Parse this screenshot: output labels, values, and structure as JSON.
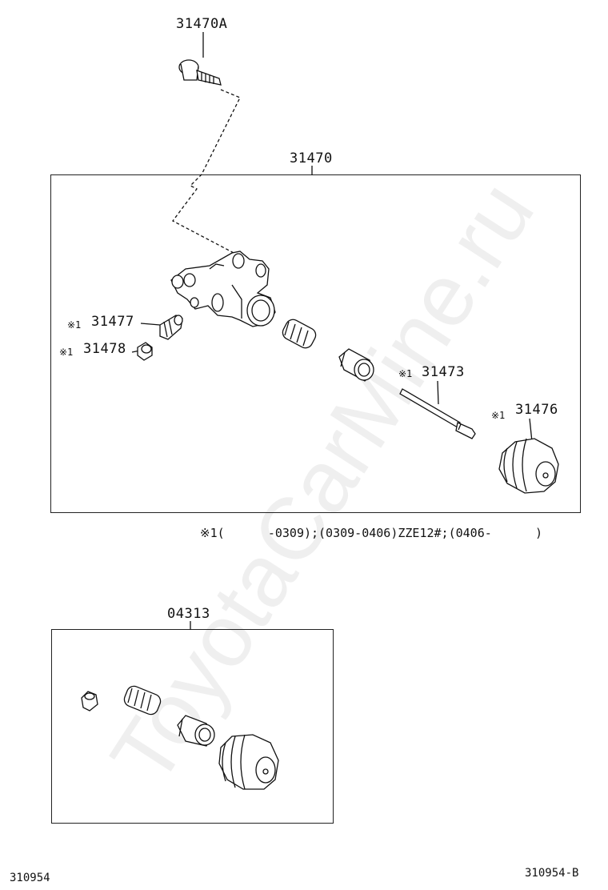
{
  "parts": {
    "bolt": "31470A",
    "cylinder_assy": "31470",
    "bleeder_plug": "31477",
    "bleeder_cap": "31478",
    "push_rod": "31473",
    "boot": "31476",
    "repair_kit": "04313"
  },
  "ref_mark": "※1",
  "note": "※1(      -0309);(0309-0406)ZZE12#;(0406-      )",
  "footer": {
    "left": "310954",
    "right": "310954-B"
  },
  "watermark": "ToyotaCarMine.ru"
}
